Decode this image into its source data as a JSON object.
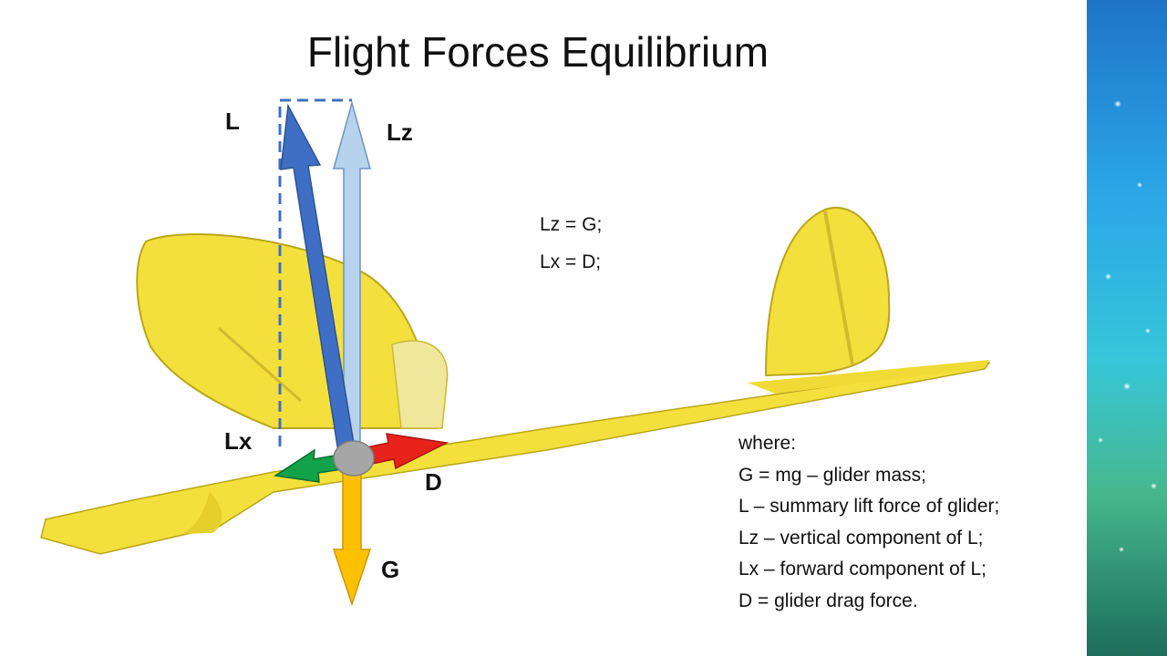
{
  "title": "Flight Forces Equilibrium",
  "force_labels": {
    "L": "L",
    "Lz": "Lz",
    "Lx": "Lx",
    "D": "D",
    "G": "G"
  },
  "equations": [
    "Lz = G;",
    "Lx = D;"
  ],
  "legend": {
    "heading": "where:",
    "items": [
      "G = mg – glider mass;",
      "L – summary lift force of glider;",
      "Lz – vertical component of L;",
      "Lx – forward component of L;",
      "D = glider drag force."
    ]
  },
  "colors": {
    "L_arrow": "#3f6fc4",
    "Lz_arrow": "#b7d2ec",
    "G_arrow": "#ffc000",
    "D_arrow": "#e8231b",
    "Lx_arrow": "#12a24a",
    "glider": "#f4e03c",
    "center_of_mass": "#a6a6a6"
  }
}
